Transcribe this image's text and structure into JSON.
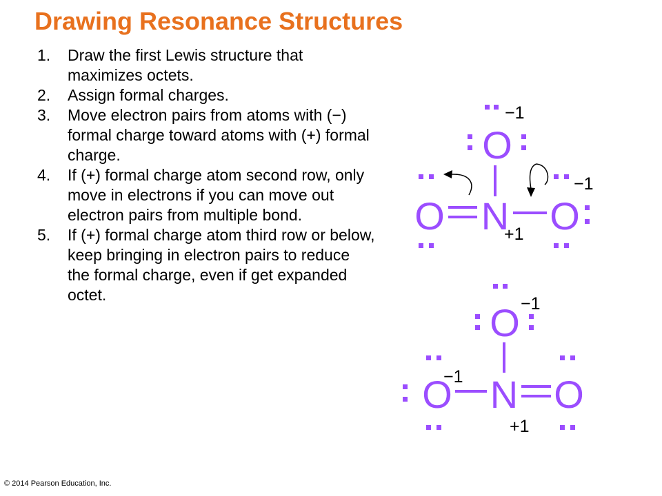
{
  "title": "Drawing Resonance Structures",
  "steps": [
    {
      "num": "1.",
      "text": "Draw the first Lewis structure that maximizes octets."
    },
    {
      "num": "2.",
      "text": "Assign formal charges."
    },
    {
      "num": "3.",
      "text": "Move electron pairs from atoms with (−) formal charge toward atoms with (+) formal charge."
    },
    {
      "num": "4.",
      "text": "If (+) formal charge atom second row, only move in electrons if you can move out electron pairs from multiple bond."
    },
    {
      "num": "5.",
      "text": "If (+) formal charge atom third row or below, keep bringing in electron pairs to reduce the formal charge, even if get expanded octet."
    }
  ],
  "structure1": {
    "atoms": {
      "top_o": "O",
      "n": "N",
      "left_o": "O",
      "right_o": "O"
    },
    "charges": {
      "top_o": "−1",
      "right_o": "−1",
      "n": "+1"
    }
  },
  "structure2": {
    "atoms": {
      "top_o": "O",
      "n": "N",
      "left_o": "O",
      "right_o": "O"
    },
    "charges": {
      "top_o": "−1",
      "left_o": "−1",
      "n": "+1"
    }
  },
  "colors": {
    "title": "#e8711e",
    "atoms": "#9b4dff",
    "text": "#000000"
  },
  "footer": "© 2014 Pearson Education, Inc."
}
